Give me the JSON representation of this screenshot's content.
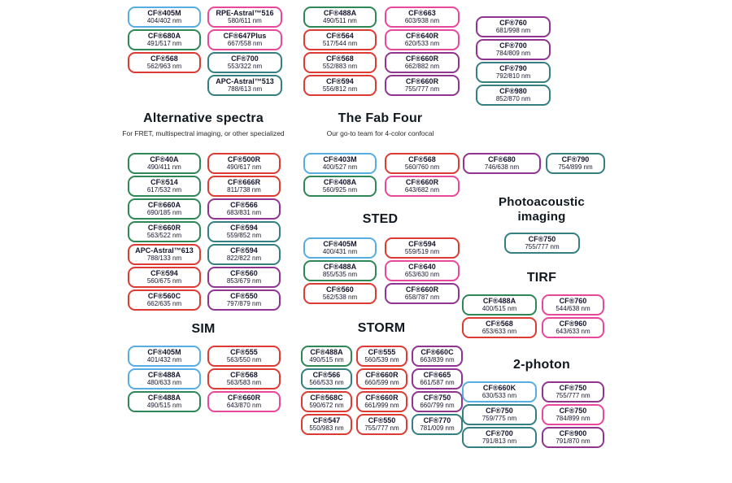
{
  "palette": {
    "blue": "#57ade2",
    "green": "#2f8657",
    "red": "#dd3a33",
    "pink": "#e8489a",
    "teal": "#357f80",
    "purple": "#8f3590"
  },
  "sections": {
    "alternative": {
      "title": "Alternative spectra",
      "subtitle": "For FRET, multispectral imaging, or other specialized"
    },
    "fab_four": {
      "title": "The Fab Four",
      "subtitle": "Our go-to team for 4-color confocal"
    },
    "sted": {
      "title": "STED"
    },
    "sim": {
      "title": "SIM"
    },
    "storm": {
      "title": "STORM"
    },
    "photoacoustic": {
      "title": "Photoacoustic imaging"
    },
    "tirf": {
      "title": "TIRF"
    },
    "two_photon": {
      "title": "2-photon"
    }
  },
  "groups": [
    {
      "id": "topA",
      "boxes": [
        {
          "name": "CF®405M",
          "value": "404/402 nm",
          "color": "blue"
        },
        {
          "name": "CF®680A",
          "value": "491/517 nm",
          "color": "green"
        },
        {
          "name": "CF®568",
          "value": "562/963 nm",
          "color": "red"
        }
      ]
    },
    {
      "id": "topB",
      "boxes": [
        {
          "name": "RPE-Astral™516",
          "value": "580/611 nm",
          "color": "pink"
        },
        {
          "name": "CF®647Plus",
          "value": "667/558 nm",
          "color": "pink"
        },
        {
          "name": "CF®700",
          "value": "553/322 nm",
          "color": "teal"
        },
        {
          "name": "APC-Astral™513",
          "value": "788/613 nm",
          "color": "teal"
        }
      ]
    },
    {
      "id": "topC",
      "boxes": [
        {
          "name": "CF®488A",
          "value": "490/511 nm",
          "color": "green"
        },
        {
          "name": "CF®564",
          "value": "517/544 nm",
          "color": "red"
        },
        {
          "name": "CF®568",
          "value": "552/883 nm",
          "color": "red"
        },
        {
          "name": "CF®594",
          "value": "556/812 nm",
          "color": "red"
        }
      ]
    },
    {
      "id": "topD",
      "boxes": [
        {
          "name": "CF®663",
          "value": "603/938 nm",
          "color": "pink"
        },
        {
          "name": "CF®640R",
          "value": "620/533 nm",
          "color": "pink"
        },
        {
          "name": "CF®660R",
          "value": "662/882 nm",
          "color": "purple"
        },
        {
          "name": "CF®660R",
          "value": "755/777 nm",
          "color": "purple"
        }
      ]
    },
    {
      "id": "topE",
      "boxes": [
        {
          "name": "CF®760",
          "value": "681/998 nm",
          "color": "purple"
        },
        {
          "name": "CF®700",
          "value": "784/809 nm",
          "color": "purple"
        },
        {
          "name": "CF®790",
          "value": "792/810 nm",
          "color": "teal"
        },
        {
          "name": "CF®980",
          "value": "852/870 nm",
          "color": "teal"
        }
      ]
    },
    {
      "id": "alt",
      "boxes": [
        {
          "name": "CF®40A",
          "value": "490/411 nm",
          "color": "green"
        },
        {
          "name": "CF®500R",
          "value": "490/617 nm",
          "color": "red"
        },
        {
          "name": "CF®514",
          "value": "617/532 nm",
          "color": "green"
        },
        {
          "name": "CF®666R",
          "value": "811/738 nm",
          "color": "red"
        },
        {
          "name": "CF®660A",
          "value": "690/185 nm",
          "color": "green"
        },
        {
          "name": "CF®566",
          "value": "683/831 nm",
          "color": "purple"
        },
        {
          "name": "CF®660R",
          "value": "563/522 nm",
          "color": "green"
        },
        {
          "name": "CF®594",
          "value": "559/852 nm",
          "color": "teal"
        },
        {
          "name": "APC-Astral™613",
          "value": "788/133 nm",
          "color": "red"
        },
        {
          "name": "CF®594",
          "value": "822/822 nm",
          "color": "teal"
        },
        {
          "name": "CF®594",
          "value": "560/675 nm",
          "color": "red"
        },
        {
          "name": "CF®560",
          "value": "853/679 nm",
          "color": "purple"
        },
        {
          "name": "CF®560C",
          "value": "662/635 nm",
          "color": "red"
        },
        {
          "name": "CF®550",
          "value": "797/879 nm",
          "color": "purple"
        }
      ]
    },
    {
      "id": "fab",
      "boxes": [
        {
          "name": "CF®403M",
          "value": "400/527 nm",
          "color": "blue"
        },
        {
          "name": "CF®568",
          "value": "560/760 nm",
          "color": "red"
        },
        {
          "name": "CF®408A",
          "value": "560/925 nm",
          "color": "green"
        },
        {
          "name": "CF®660R",
          "value": "643/682 nm",
          "color": "pink"
        }
      ]
    },
    {
      "id": "sted",
      "boxes": [
        {
          "name": "CF®405M",
          "value": "400/431 nm",
          "color": "blue"
        },
        {
          "name": "CF®594",
          "value": "559/519 nm",
          "color": "red"
        },
        {
          "name": "CF®488A",
          "value": "855/535 nm",
          "color": "green"
        },
        {
          "name": "CF®640",
          "value": "653/630 nm",
          "color": "pink"
        },
        {
          "name": "CF®560",
          "value": "562/538 nm",
          "color": "red"
        },
        {
          "name": "CF®660R",
          "value": "658/787 nm",
          "color": "purple"
        }
      ]
    },
    {
      "id": "sim",
      "boxes": [
        {
          "name": "CF®405M",
          "value": "401/432 nm",
          "color": "blue"
        },
        {
          "name": "CF®555",
          "value": "563/550 nm",
          "color": "red"
        },
        {
          "name": "CF®488A",
          "value": "480/633 nm",
          "color": "blue"
        },
        {
          "name": "CF®568",
          "value": "563/583 nm",
          "color": "red"
        },
        {
          "name": "CF®488A",
          "value": "490/515 nm",
          "color": "green"
        },
        {
          "name": "CF®660R",
          "value": "643/870 nm",
          "color": "pink"
        }
      ]
    },
    {
      "id": "storm",
      "boxes": [
        {
          "name": "CF®488A",
          "value": "490/515 nm",
          "color": "green"
        },
        {
          "name": "CF®555",
          "value": "560/539 nm",
          "color": "red"
        },
        {
          "name": "CF®660C",
          "value": "663/839 nm",
          "color": "purple"
        },
        {
          "name": "CF®566",
          "value": "566/533 nm",
          "color": "teal"
        },
        {
          "name": "CF®660R",
          "value": "660/599 nm",
          "color": "red"
        },
        {
          "name": "CF®665",
          "value": "661/587 nm",
          "color": "purple"
        },
        {
          "name": "CF®568C",
          "value": "590/672 nm",
          "color": "red"
        },
        {
          "name": "CF®660R",
          "value": "661/999 nm",
          "color": "red"
        },
        {
          "name": "CF®750",
          "value": "660/799 nm",
          "color": "purple"
        },
        {
          "name": "CF®547",
          "value": "550/983 nm",
          "color": "red"
        },
        {
          "name": "CF®550",
          "value": "755/777 nm",
          "color": "red"
        },
        {
          "name": "CF®770",
          "value": "781/009 nm",
          "color": "teal"
        }
      ]
    },
    {
      "id": "nearir",
      "boxes": [
        {
          "name": "CF®680",
          "value": "746/638 nm",
          "color": "purple"
        },
        {
          "name": "CF®790",
          "value": "754/899 nm",
          "color": "teal"
        }
      ]
    },
    {
      "id": "pa",
      "boxes": [
        {
          "name": "CF®750",
          "value": "755/777 nm",
          "color": "teal"
        }
      ]
    },
    {
      "id": "tirf",
      "boxes": [
        {
          "name": "CF®488A",
          "value": "400/515 nm",
          "color": "green"
        },
        {
          "name": "CF®760",
          "value": "544/638 nm",
          "color": "pink"
        },
        {
          "name": "CF®568",
          "value": "653/633 nm",
          "color": "red"
        },
        {
          "name": "CF®960",
          "value": "643/633 nm",
          "color": "pink"
        }
      ]
    },
    {
      "id": "twop",
      "boxes": [
        {
          "name": "CF®660K",
          "value": "630/533 nm",
          "color": "blue"
        },
        {
          "name": "CF®750",
          "value": "755/777 nm",
          "color": "purple"
        },
        {
          "name": "CF®750",
          "value": "759/775 nm",
          "color": "teal"
        },
        {
          "name": "CF®750",
          "value": "784/899 nm",
          "color": "pink"
        },
        {
          "name": "CF®700",
          "value": "791/813 nm",
          "color": "teal"
        },
        {
          "name": "CF®900",
          "value": "791/870 nm",
          "color": "purple"
        }
      ]
    }
  ]
}
